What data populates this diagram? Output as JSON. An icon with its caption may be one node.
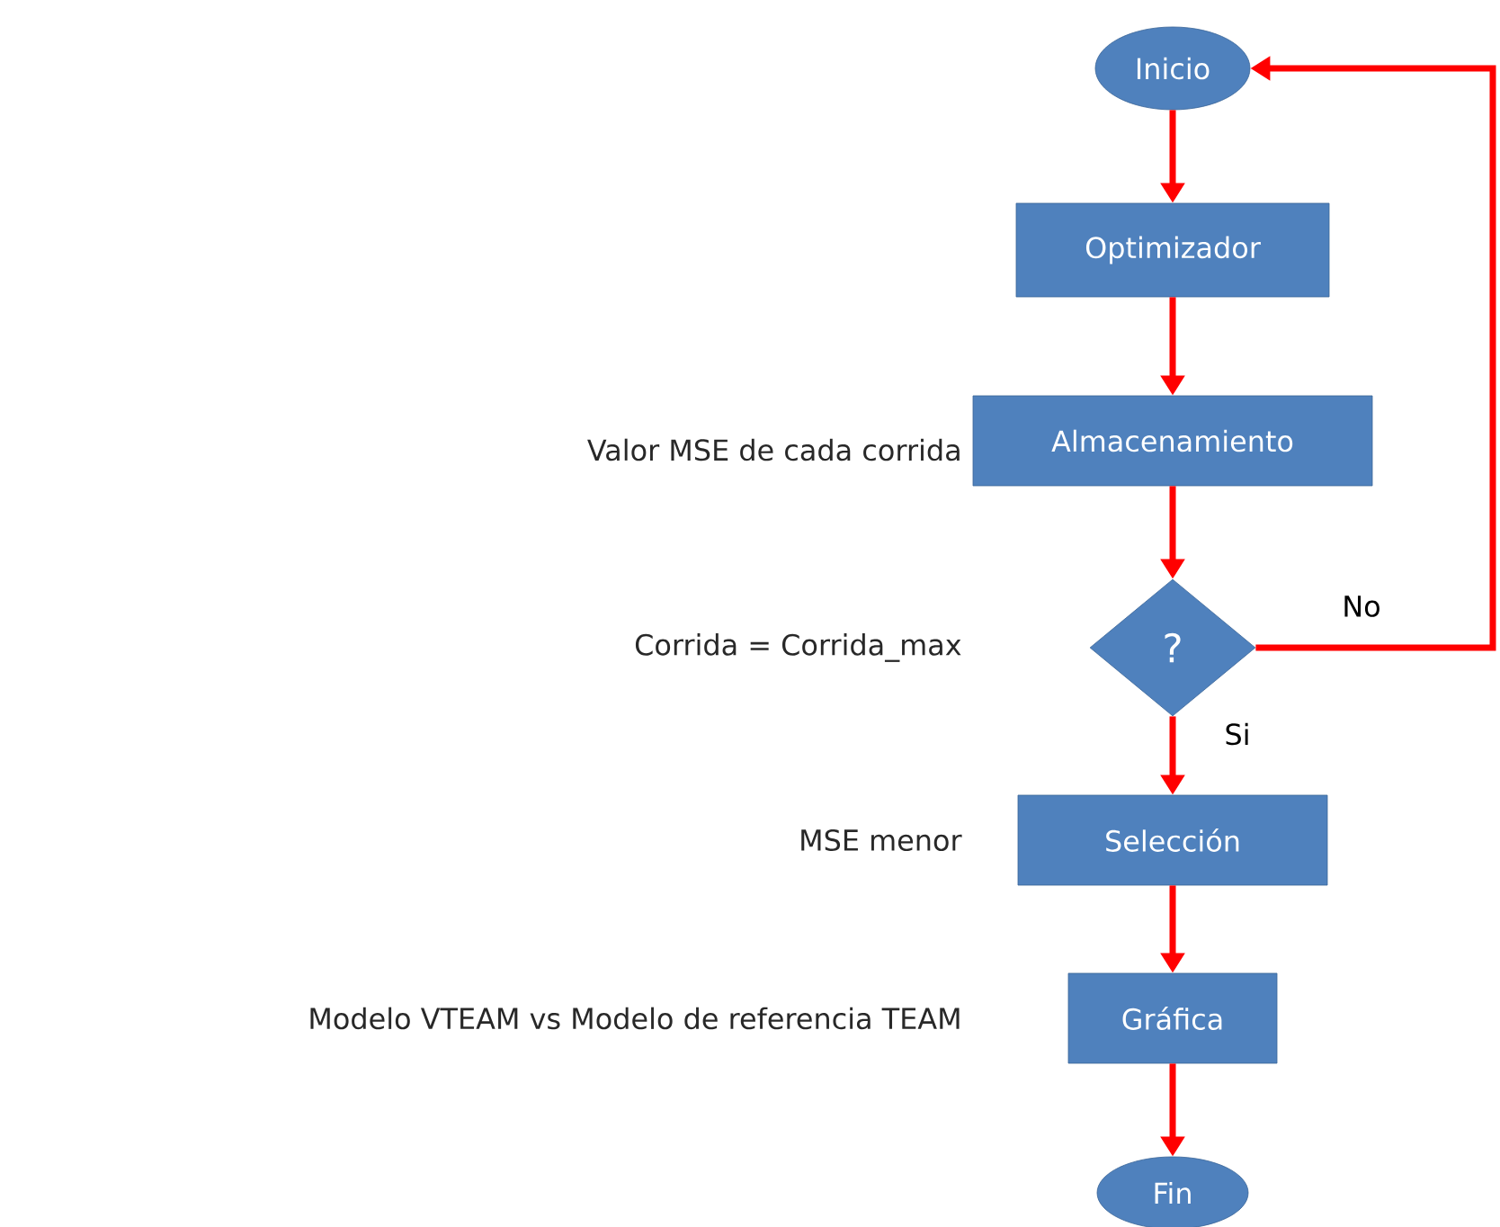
{
  "diagram": {
    "nodes": [
      {
        "text": [
          "Inicio"
        ]
      },
      {
        "text": [
          "Optimizador"
        ]
      },
      {
        "text": [
          "Almacenamiento"
        ],
        "beside": [
          "Valor MSE de cada corrida"
        ]
      },
      {
        "text": [
          "?"
        ]
      },
      {
        "text": [
          "Selección"
        ],
        "beside": [
          "MSE menor"
        ]
      },
      {
        "text": [
          "Gráfica"
        ],
        "beside": [
          "Modelo VTEAM vs Modelo de referencia TEAM"
        ]
      },
      {
        "text": [
          "Fin"
        ]
      }
    ],
    "edges": [
      {
        "from": 0,
        "to": 1,
        "arrow": "to"
      },
      {
        "from": 1,
        "to": 2,
        "arrow": "to"
      },
      {
        "from": 2,
        "to": 3,
        "arrow": "to"
      },
      {
        "from": 3,
        "to": 4,
        "arrow": "to",
        "label": "Si"
      },
      {
        "from": 4,
        "to": 5,
        "arrow": "to"
      },
      {
        "from": 5,
        "to": 6,
        "arrow": "to"
      },
      {
        "from": 3,
        "to": 0,
        "arrow": "to",
        "label": "No"
      }
    ],
    "labels": [
      "Corrida = Corrida_max"
    ]
  }
}
